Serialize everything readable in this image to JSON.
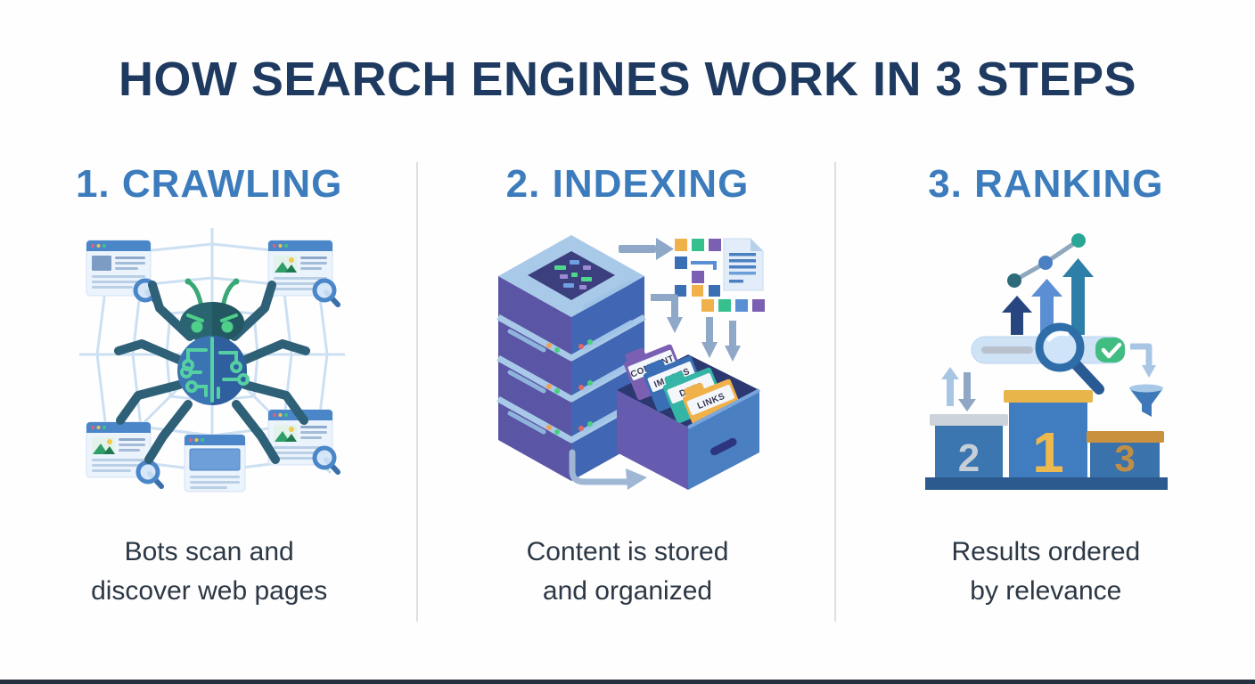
{
  "title": "HOW SEARCH ENGINES WORK IN 3 STEPS",
  "palette": {
    "title_navy": "#1f3a60",
    "heading_blue": "#3c7cbd",
    "caption_dark": "#2c3845",
    "divider_gray": "#dadfe5",
    "illustration_blue": "#4a86c8",
    "spider_teal": "#2e6077",
    "circuit_green": "#56d0a2",
    "green_accent": "#42bd82",
    "gold_accent": "#e8b54a",
    "silver_accent": "#ccd3da",
    "bronze_accent": "#c9913e",
    "purple_accent": "#7b5fb2",
    "teal_accent": "#35b5a5",
    "orange_accent": "#f0b14a"
  },
  "steps": [
    {
      "heading": "1. CRAWLING",
      "caption_line1": "Bots scan and",
      "caption_line2": "discover web pages",
      "illustration": "circuit-spider-bot-on-web-with-browser-pages"
    },
    {
      "heading": "2. INDEXING",
      "caption_line1": "Content is stored",
      "caption_line2": "and organized",
      "illustration": "server-stack-sorting-into-file-drawer",
      "folders": [
        "CONTENT",
        "IMAGES",
        "DATA",
        "LINKS"
      ]
    },
    {
      "heading": "3. RANKING",
      "caption_line1": "Results ordered",
      "caption_line2": "by relevance",
      "illustration": "search-result-podium-with-growth-arrows",
      "podium": [
        "2",
        "1",
        "3"
      ]
    }
  ]
}
